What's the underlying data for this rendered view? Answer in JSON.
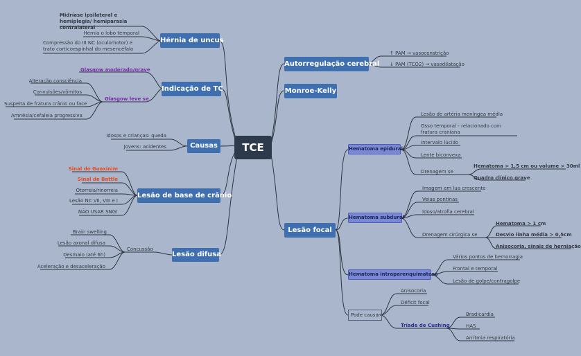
{
  "root": "TCE",
  "colors": {
    "background": "#a9b6cc",
    "root": "#2c3a4c",
    "main_node": "#3f6faf",
    "sub_node": "#7b88d6",
    "line": "#2e3440",
    "purple_text": "#7a2aa8",
    "red_text": "#e8481a",
    "navy_text": "#2a2f8a"
  },
  "left": {
    "hernia": {
      "label": "Hérnia de uncus",
      "items": [
        "Midríase ipsilateral e hemiplegia/ hemiparasia contralateral",
        "Hernia o lobo temporal",
        "Compressão do III NC (oculomotor) e trato corticoespinhal do mesencéfalo"
      ]
    },
    "indicacao": {
      "label": "Indicação de TC",
      "moderado": "Glasgow moderado/grave",
      "leve": "Glasgow leve se",
      "leve_items": [
        "Alteração consciência",
        "Convulsões/vômitos",
        "Suspeita de fratura crânio ou face",
        "Amnésia/cefaleia progressiva"
      ]
    },
    "causas": {
      "label": "Causas",
      "items": [
        "Idosos e crianças: queda",
        "Jovens: acidentes"
      ]
    },
    "base": {
      "label": "Lesão de base de crânio",
      "items": [
        "Sinal do Guaxinim",
        "Sinal de Battle",
        "Otorreia/rinorreia",
        "Lesão NC VII, VIII e I",
        "NÃO USAR SNG!"
      ]
    },
    "difusa": {
      "label": "Lesão difusa",
      "concussao": "Concussão",
      "items": [
        "Brain swelling",
        "Lesão axonal difusa",
        "Desmaio (até 6h)",
        "Aceleração e desaceleração"
      ]
    }
  },
  "right": {
    "auto": {
      "label": "Autorregulação cerebral",
      "items": [
        "↑ PAM → vasoconstrição",
        "↓ PAM (TCO2) → vasodilatação"
      ]
    },
    "monroe": {
      "label": "Monroe-Kelly"
    },
    "focal": {
      "label": "Lesão focal",
      "epidural": {
        "label": "Hematoma epidural",
        "items": [
          "Lesão de artéria meníngea média",
          "Osso temporal - relacionado com fratura craniana",
          "Intervalo lúcido",
          "Lente biconvexa"
        ],
        "drenagem": "Drenagem se",
        "drenagem_items": [
          "Hematoma > 1,5 cm ou volume > 30ml",
          "Quadro clínico grave"
        ]
      },
      "subdural": {
        "label": "Hematoma subdural",
        "items": [
          "Imagem em lua crescente",
          "Veias pontinas",
          "Idoso/atrofia cerebral"
        ],
        "drenagem": "Drenagem cirúrgica se",
        "drenagem_items": [
          "Hematoma > 1 cm",
          "Desvio linha média > 0,5cm",
          "Anisocoria, sinais de herniação"
        ]
      },
      "intra": {
        "label": "Hematoma intraparenquimatoso",
        "items": [
          "Vários pontos de hemorragia",
          "Frontal e temporal",
          "Lesão de golpe/contragolpe"
        ]
      },
      "pode": {
        "label": "Pode causar",
        "items": [
          "Anisocoria",
          "Déficit focal"
        ],
        "cushing": "Tríade de Cushing",
        "cushing_items": [
          "Bradicardia",
          "HAS",
          "Arritmia respiratória"
        ]
      }
    }
  }
}
